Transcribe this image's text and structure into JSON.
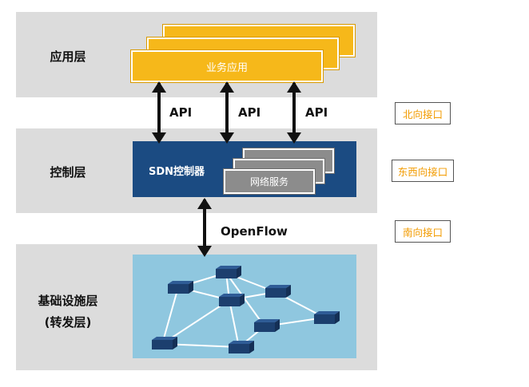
{
  "layers": {
    "application": "应用层",
    "control": "控制层",
    "infrastructure_line1": "基础设施层",
    "infrastructure_line2": "(转发层)"
  },
  "business_app_label": "业务应用",
  "controller_label": "SDN控制器",
  "network_service_label": "网络服务",
  "api_labels": [
    "API",
    "API",
    "API"
  ],
  "openflow_label": "OpenFlow",
  "interfaces": {
    "north": "北向接口",
    "east_west": "东西向接口",
    "south": "南向接口"
  },
  "colors": {
    "layer_bg": "#dcdcdc",
    "business_app": "#f6b81a",
    "controller": "#1b4b82",
    "service": "#8c8c8c",
    "network_bg": "#8fc7df",
    "interface_text": "#f29b00"
  }
}
